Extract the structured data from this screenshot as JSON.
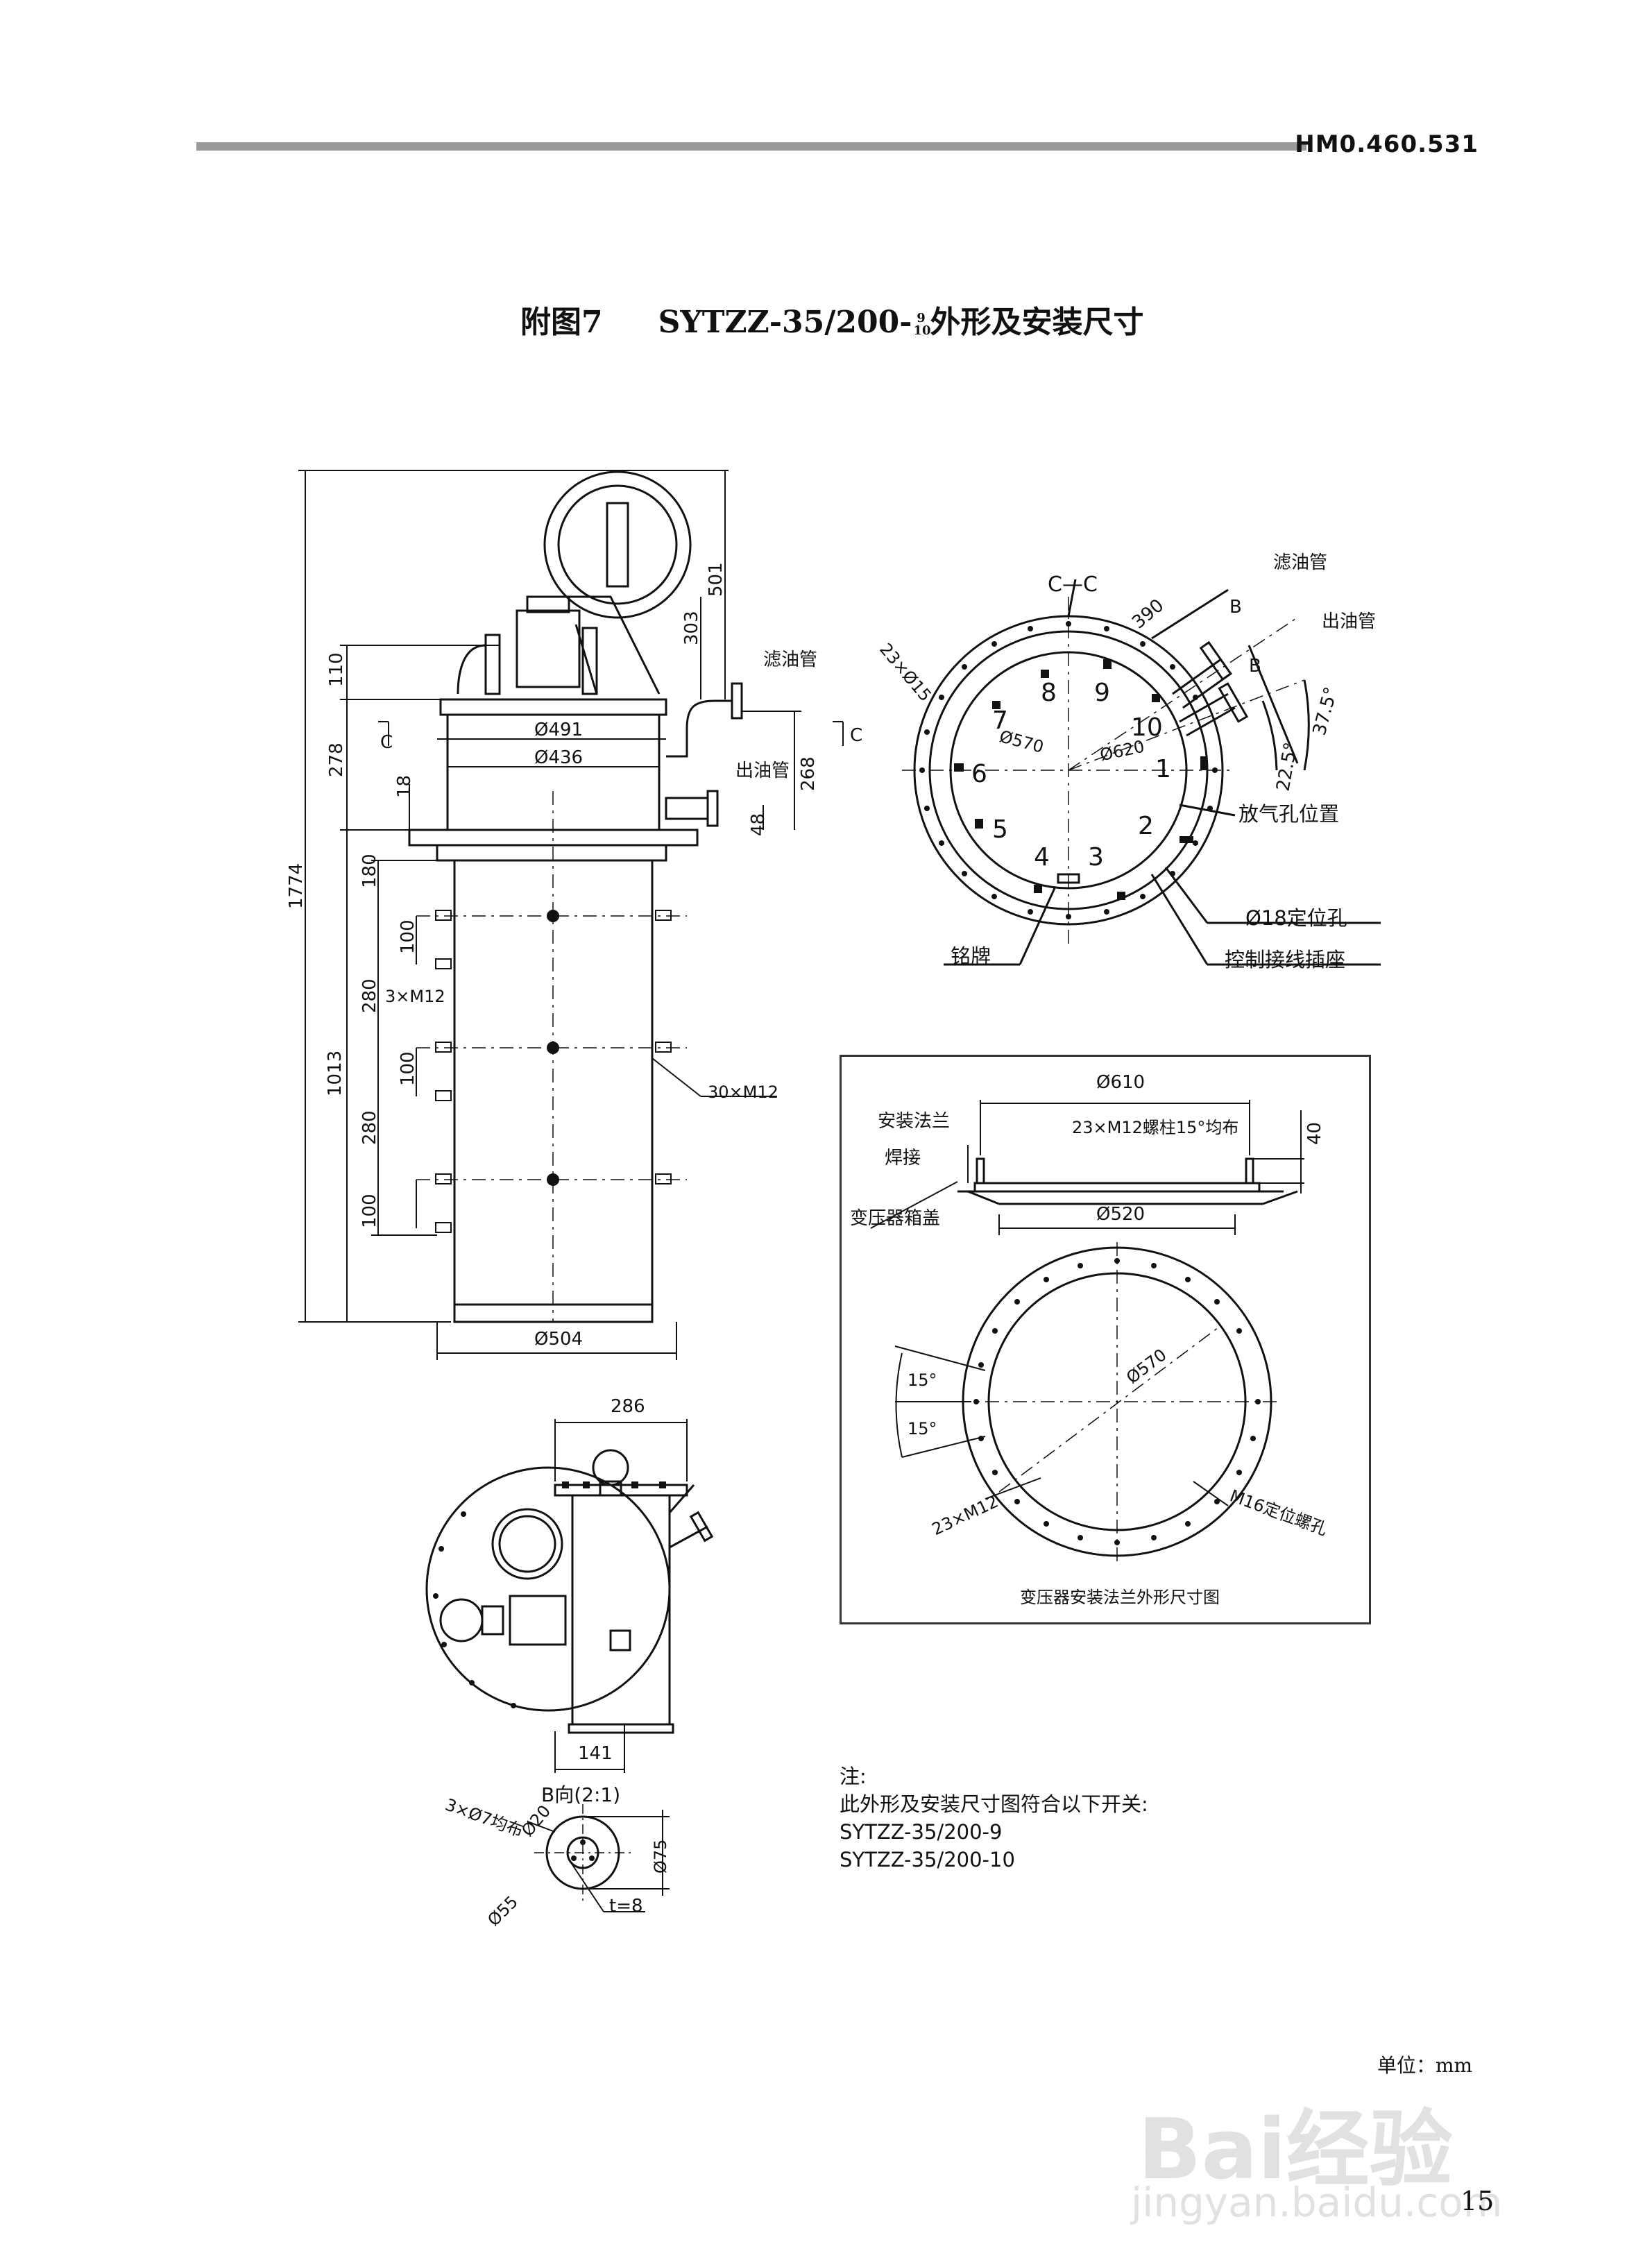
{
  "header": {
    "doc_code": "HM0.460.531"
  },
  "title": {
    "prefix": "附图7",
    "model": "SYTZZ-35/200-",
    "frac_top": "9",
    "frac_bottom": "10",
    "suffix": "外形及安装尺寸"
  },
  "front_view": {
    "dims": [
      "1774",
      "110",
      "278",
      "18",
      "180",
      "100",
      "280",
      "1013",
      "280",
      "100",
      "100",
      "303",
      "501",
      "268",
      "48"
    ],
    "d491": "Ø491",
    "d436": "Ø436",
    "d504": "Ø504",
    "bolts_3": "3×M12",
    "bolts_30": "30×M12",
    "section_c": "C",
    "filter_pipe": "滤油管",
    "outlet_pipe": "出油管"
  },
  "section_cc": {
    "title": "C—C",
    "filter_pipe": "滤油管",
    "outlet_pipe": "出油管",
    "d390": "390",
    "b": "B",
    "a375": "37.5°",
    "a225": "22.5°",
    "holes": "23×Ø15",
    "d570": "Ø570",
    "d620": "Ø620",
    "positions": [
      "1",
      "2",
      "3",
      "4",
      "5",
      "6",
      "7",
      "8",
      "9",
      "10"
    ],
    "vent": "放气孔位置",
    "locating": "Ø18定位孔",
    "nameplate": "铭牌",
    "socket": "控制接线插座"
  },
  "flange_detail": {
    "d610": "Ø610",
    "mount_flange": "安装法兰",
    "studs": "23×M12螺柱15°均布",
    "weld": "焊接",
    "cover": "变压器箱盖",
    "h40": "40",
    "d520": "Ø520",
    "d570": "Ø570",
    "a15a": "15°",
    "a15b": "15°",
    "bolts": "23×M12",
    "m16": "M16定位螺孔",
    "caption": "变压器安装法兰外形尺寸图"
  },
  "top_view": {
    "d286": "286",
    "d141": "141"
  },
  "b_view": {
    "title": "B向(2:1)",
    "holes": "3×Ø7均布",
    "d20": "Ø20",
    "d55": "Ø55",
    "d75": "Ø75",
    "t": "t=8"
  },
  "note": {
    "head": "注:",
    "line1": "此外形及安装尺寸图符合以下开关:",
    "line2": "SYTZZ-35/200-9",
    "line3": "SYTZZ-35/200-10"
  },
  "unit": "单位：mm",
  "page_number": "15",
  "watermark": {
    "brand": "Bai经验",
    "url": "jingyan.baidu.com"
  }
}
